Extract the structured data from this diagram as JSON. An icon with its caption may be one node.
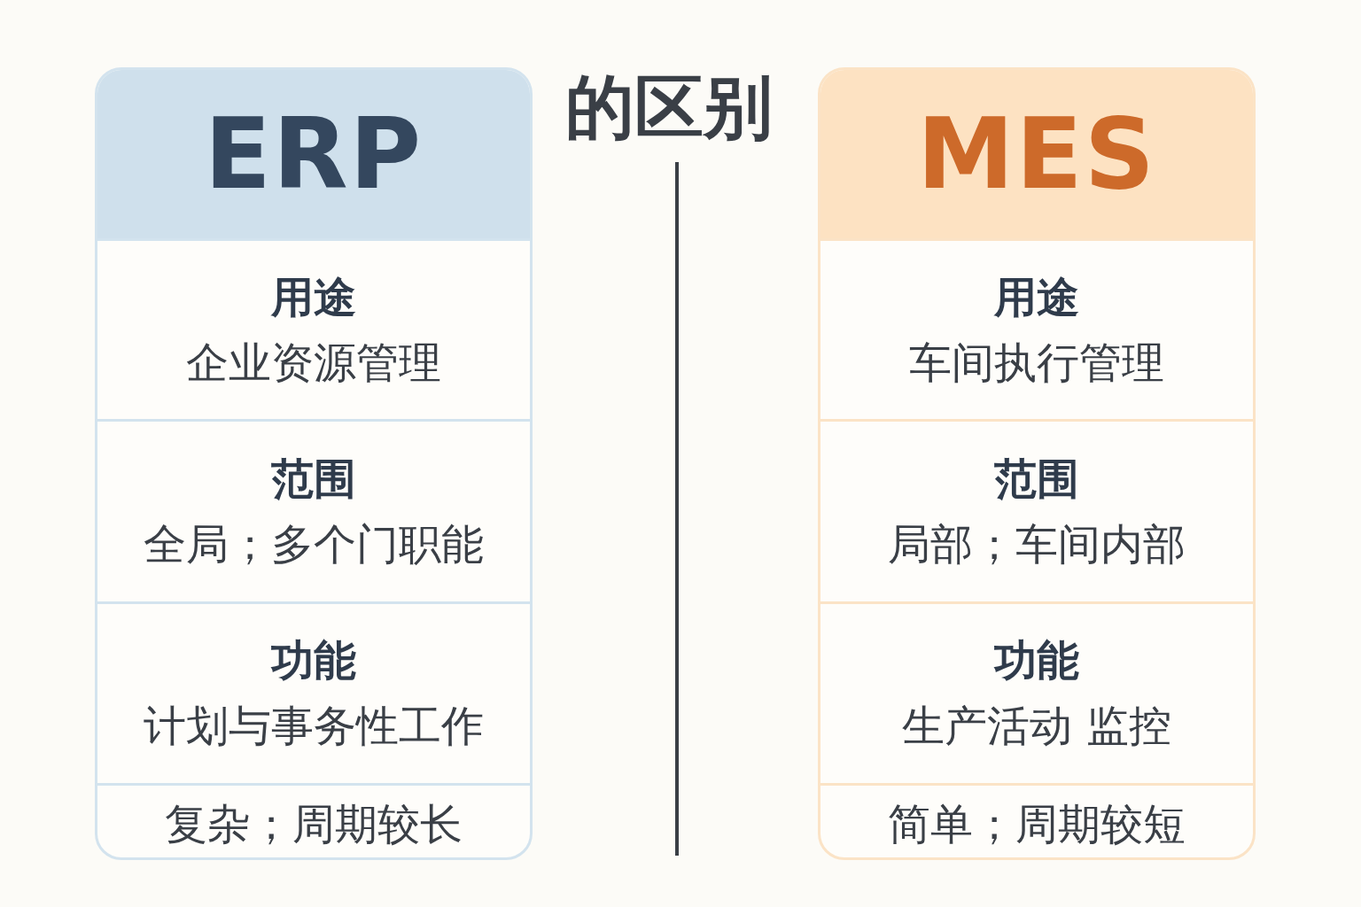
{
  "diagram": {
    "title": "的区别",
    "nodes": [
      {
        "text": [
          "ERP"
        ]
      },
      {
        "text": [
          "用途",
          "企业资源管理"
        ],
        "in": 0
      },
      {
        "text": [
          "范围",
          "全局；多个门职能"
        ],
        "in": 0
      },
      {
        "text": [
          "功能",
          "计划与事务性工作"
        ],
        "in": 0
      },
      {
        "text": [
          "复杂；周期较长"
        ],
        "in": 0
      },
      {
        "text": [
          "MES"
        ]
      },
      {
        "text": [
          "用途",
          "车间执行管理"
        ],
        "in": 5
      },
      {
        "text": [
          "范围",
          "局部；车间内部"
        ],
        "in": 5
      },
      {
        "text": [
          "功能",
          "生产活动 监控"
        ],
        "in": 5
      },
      {
        "text": [
          "简单；周期较短"
        ],
        "in": 5
      }
    ],
    "edges": []
  }
}
